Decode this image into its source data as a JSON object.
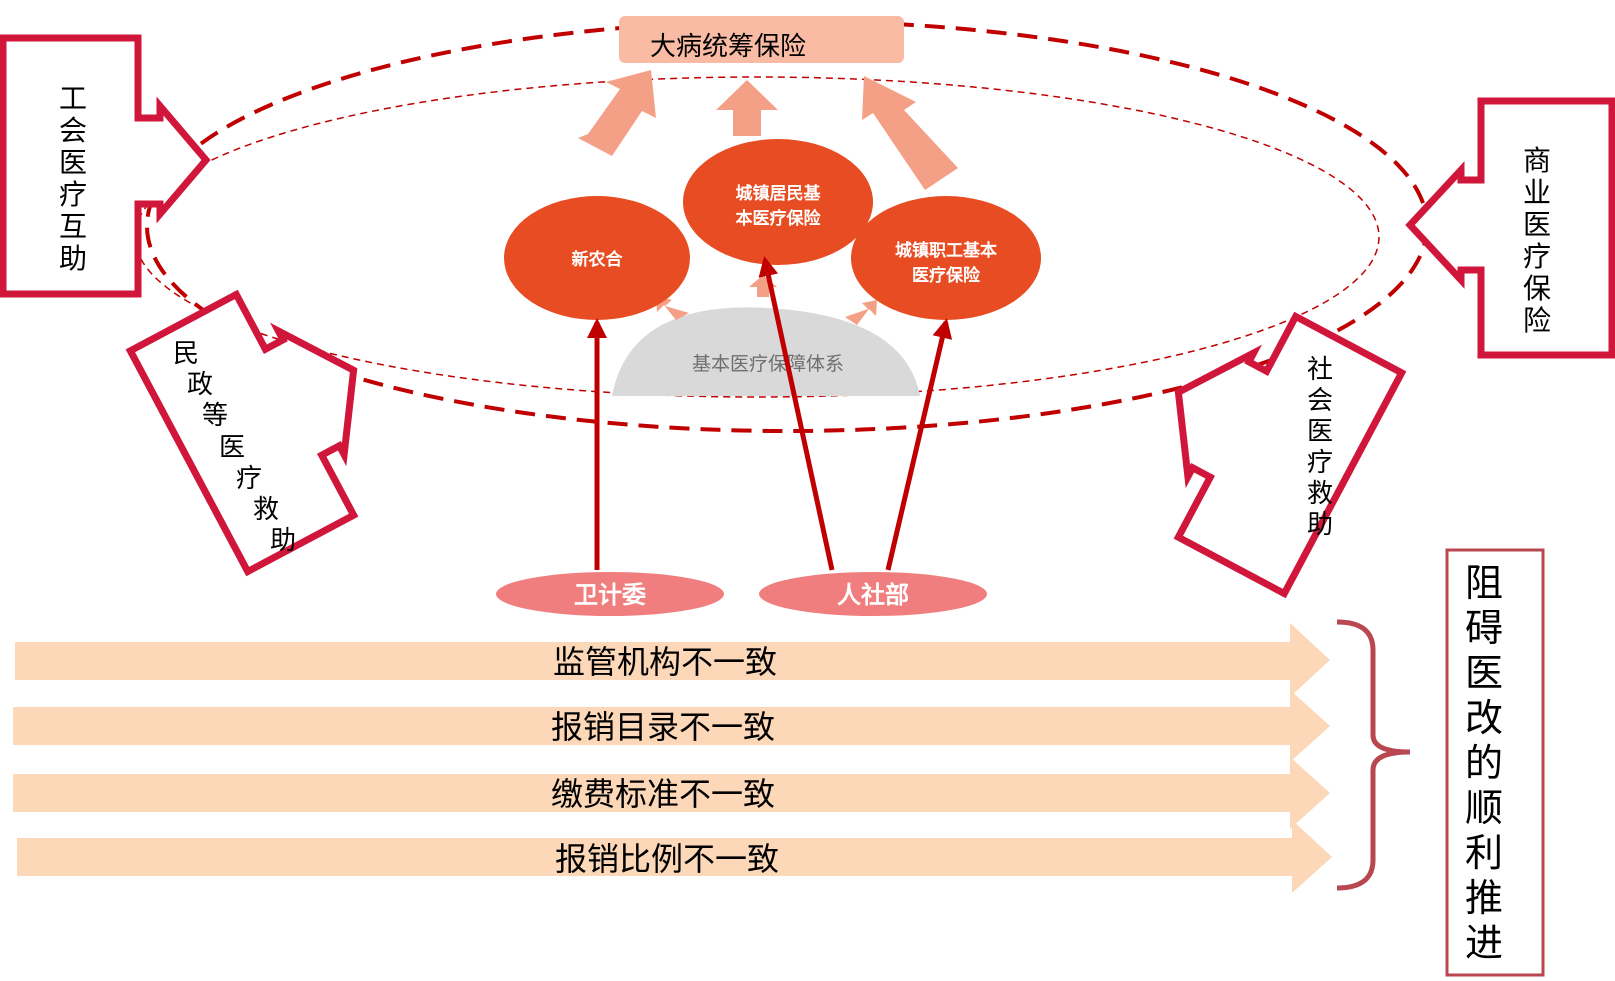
{
  "top_box": {
    "label": "大病统筹保险"
  },
  "circles": {
    "xinnonghe": "新农合",
    "urban_resident": [
      "城镇居民基",
      "本医疗保险"
    ],
    "urban_worker": [
      "城镇职工基本",
      "医疗保险"
    ]
  },
  "base": {
    "label": "基本医疗保障体系"
  },
  "side_boxes": {
    "union": "工会医疗互助",
    "commercial": "商业医疗保险",
    "civil": "民政等医疗救助",
    "social": "社会医疗救助"
  },
  "agencies": {
    "health": "卫计委",
    "hrss": "人社部"
  },
  "issues": [
    "监管机构不一致",
    "报销目录不一致",
    "缴费标准不一致",
    "报销比例不一致"
  ],
  "conclusion": "阻碍医改的顺利推进",
  "colors": {
    "dark_red": "#c00000",
    "box_red": "#d0163a",
    "circle_orange": "#e84c22",
    "arrow_salmon": "#f4a086",
    "top_box_fill": "#f9bba3",
    "agency_pink": "#f07e7e",
    "band_peach": "#fcd7b8",
    "base_gray": "#d8d8d8",
    "brace_red": "#b8474f"
  }
}
